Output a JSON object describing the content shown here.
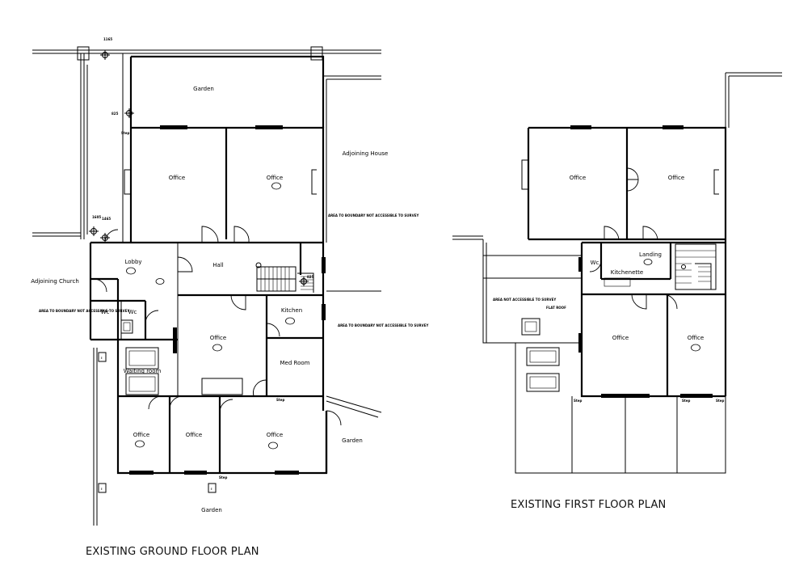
{
  "titles": {
    "ground": "EXISTING GROUND FLOOR PLAN",
    "first": "EXISTING FIRST FLOOR PLAN"
  },
  "ground": {
    "garden_top": "Garden",
    "office_1": "Office",
    "office_2": "Office",
    "adjoining_house": "Adjoining House",
    "adjoining_church": "Adjoining Church",
    "lobby": "Lobby",
    "hall": "Hall",
    "wc_1": "Wc",
    "wc_2": "Wc",
    "kitchen": "Kitchen",
    "office_mid": "Office",
    "med_room": "Med Room",
    "waiting_room": "Waiting room",
    "office_bl": "Office",
    "office_bm": "Office",
    "office_br": "Office",
    "garden_right": "Garden",
    "garden_bottom": "Garden",
    "note_boundary_right": "AREA TO BOUNDARY NOT ACCESSIBLE TO SURVEY",
    "note_boundary_left": "AREA TO BOUNDARY NOT ACCESSIBLE TO SURVEY",
    "note_boundary_mid": "AREA TO BOUNDARY NOT ACCESSIBLE TO SURVEY",
    "step_1": "Step",
    "step_2": "Step",
    "step_3": "Step",
    "level_1": "1165",
    "level_2": "825",
    "level_3": "1465",
    "level_4": "1605",
    "level_5": "825",
    "tag_e1": "E",
    "tag_e2": "E",
    "tag_e3": "E"
  },
  "first": {
    "office_1": "Office",
    "office_2": "Office",
    "landing": "Landing",
    "wc": "Wc",
    "kitchenette": "Kitchenette",
    "office_3": "Office",
    "office_4": "Office",
    "note_area": "AREA NOT ACCESSIBLE TO SURVEY",
    "flat_roof": "FLAT ROOF",
    "step_1": "Step",
    "step_2": "Step",
    "step_3": "Step"
  }
}
